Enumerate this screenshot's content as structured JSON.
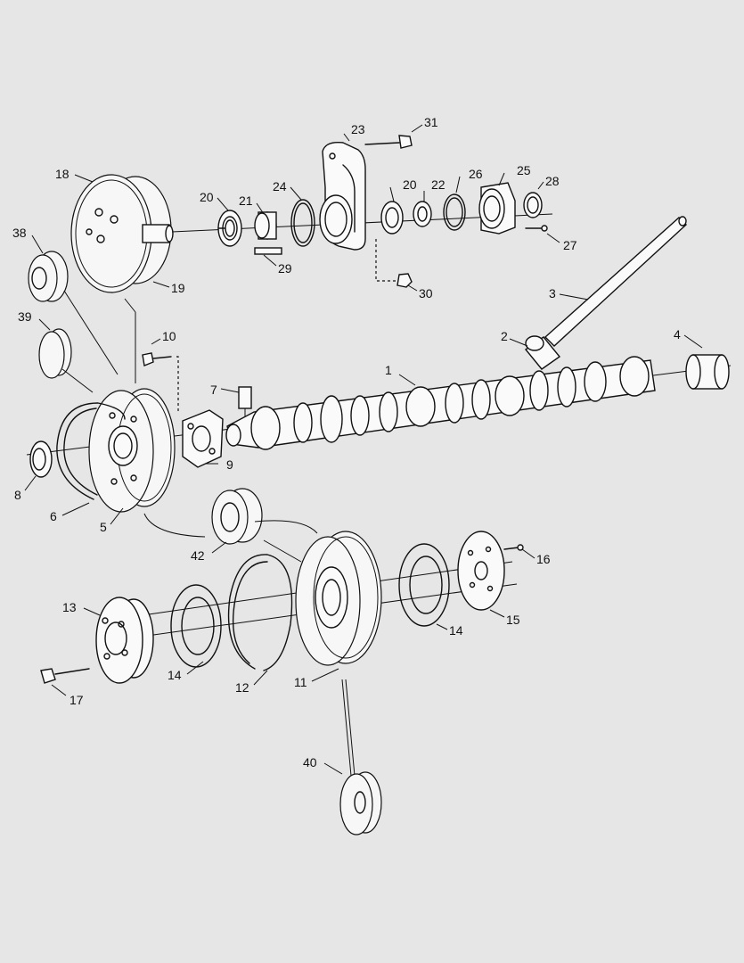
{
  "diagram": {
    "callouts": [
      "1",
      "2",
      "3",
      "4",
      "5",
      "6",
      "7",
      "8",
      "9",
      "10",
      "11",
      "12",
      "13",
      "14",
      "14",
      "15",
      "16",
      "17",
      "18",
      "19",
      "20",
      "20",
      "21",
      "22",
      "23",
      "24",
      "25",
      "26",
      "27",
      "28",
      "29",
      "30",
      "31",
      "38",
      "39",
      "40",
      "42"
    ]
  },
  "colors": {
    "background": "#e6e6e6",
    "line": "#111111",
    "part_fill": "#fafafa"
  }
}
